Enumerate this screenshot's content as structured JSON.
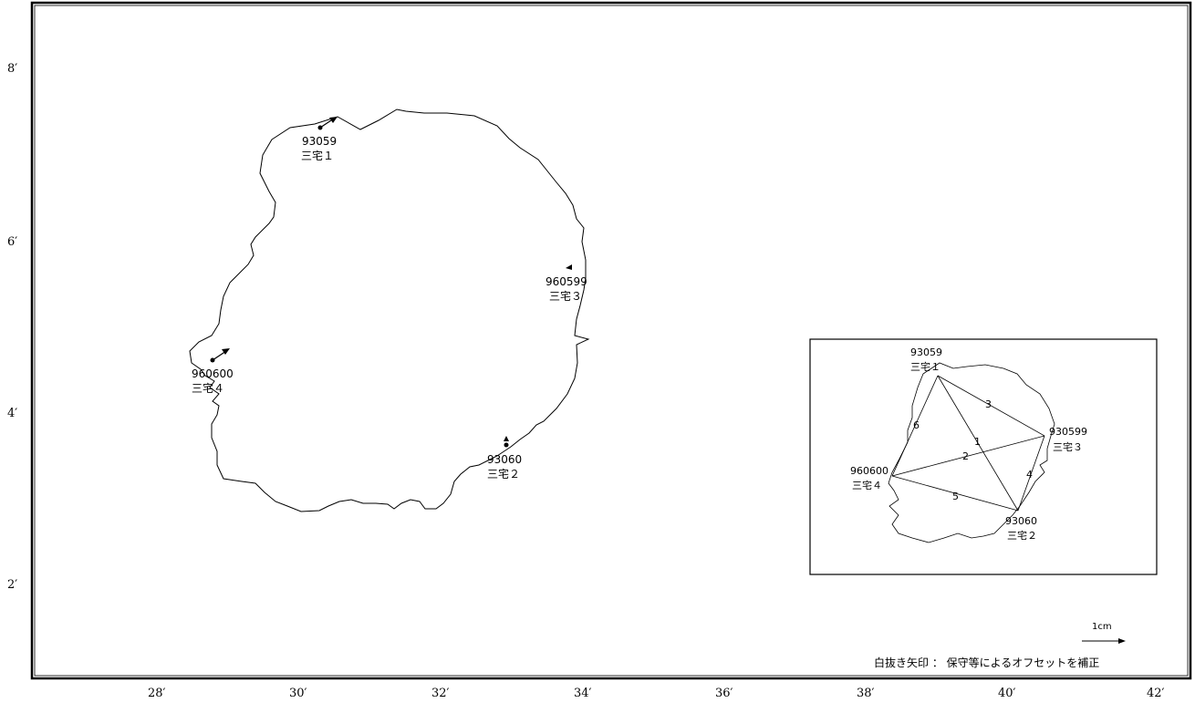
{
  "axes": {
    "x_ticks": [
      "28′",
      "30′",
      "32′",
      "34′",
      "36′",
      "38′",
      "40′",
      "42′"
    ],
    "y_ticks": [
      "8′",
      "6′",
      "4′",
      "2′"
    ]
  },
  "stations": [
    {
      "id": "93059",
      "name": "三宅１"
    },
    {
      "id": "93060",
      "name": "三宅２"
    },
    {
      "id": "960599",
      "name": "三宅３"
    },
    {
      "id": "960600",
      "name": "三宅４"
    }
  ],
  "inset": {
    "stations": [
      {
        "id": "93059",
        "name": "三宅１"
      },
      {
        "id": "930599",
        "name": "三宅３"
      },
      {
        "id": "960600",
        "name": "三宅４"
      },
      {
        "id": "93060",
        "name": "三宅２"
      }
    ],
    "baselines": [
      "1",
      "2",
      "3",
      "4",
      "5",
      "6"
    ]
  },
  "scale": {
    "label": "1cm"
  },
  "legend": {
    "note": "白抜き矢印 ： 保守等によるオフセットを補正"
  },
  "colors": {
    "line": "#000000",
    "background": "#ffffff"
  }
}
